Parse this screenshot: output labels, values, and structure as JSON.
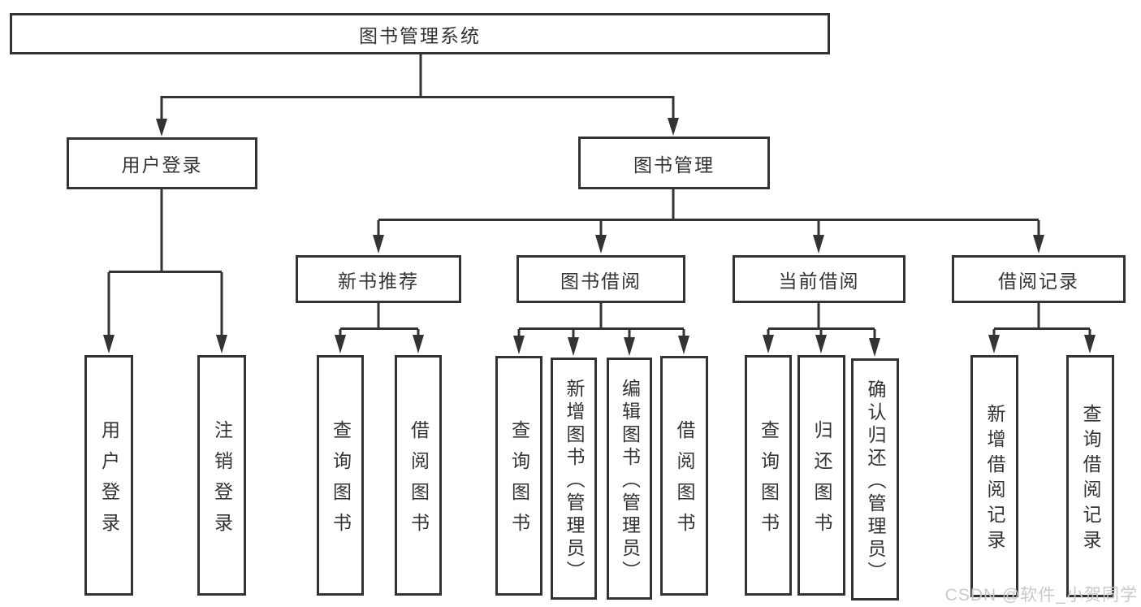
{
  "diagram_title": "图书管理系统",
  "nodes": {
    "root": "图书管理系统",
    "level2": {
      "user_login": "用户登录",
      "book_management": "图书管理"
    },
    "level3": {
      "new_book_recommend": "新书推荐",
      "book_borrowing": "图书借阅",
      "current_borrowing": "当前借阅",
      "borrowing_records": "借阅记录"
    },
    "leaves": {
      "user_login": "用户登录",
      "logout": "注销登录",
      "rec_query_books": "查询图书",
      "rec_borrow_books": "借阅图书",
      "borrow_query_books": "查询图书",
      "borrow_add_books": "新增图书（管理员）",
      "borrow_edit_books": "编辑图书（管理员）",
      "borrow_borrow_books": "借阅图书",
      "current_query_books": "查询图书",
      "current_return_books": "归还图书",
      "current_confirm_return": "确认归还（管理员）",
      "records_add_record": "新增借阅记录",
      "records_query_record": "查询借阅记录"
    }
  },
  "watermark": "CSDN @软件_小贺同学",
  "colors": {
    "line": "#333333",
    "box_border": "#333333",
    "box_background": "#ffffff",
    "text": "#333333",
    "watermark": "#c9c9c9",
    "page_background": "#ffffff"
  }
}
